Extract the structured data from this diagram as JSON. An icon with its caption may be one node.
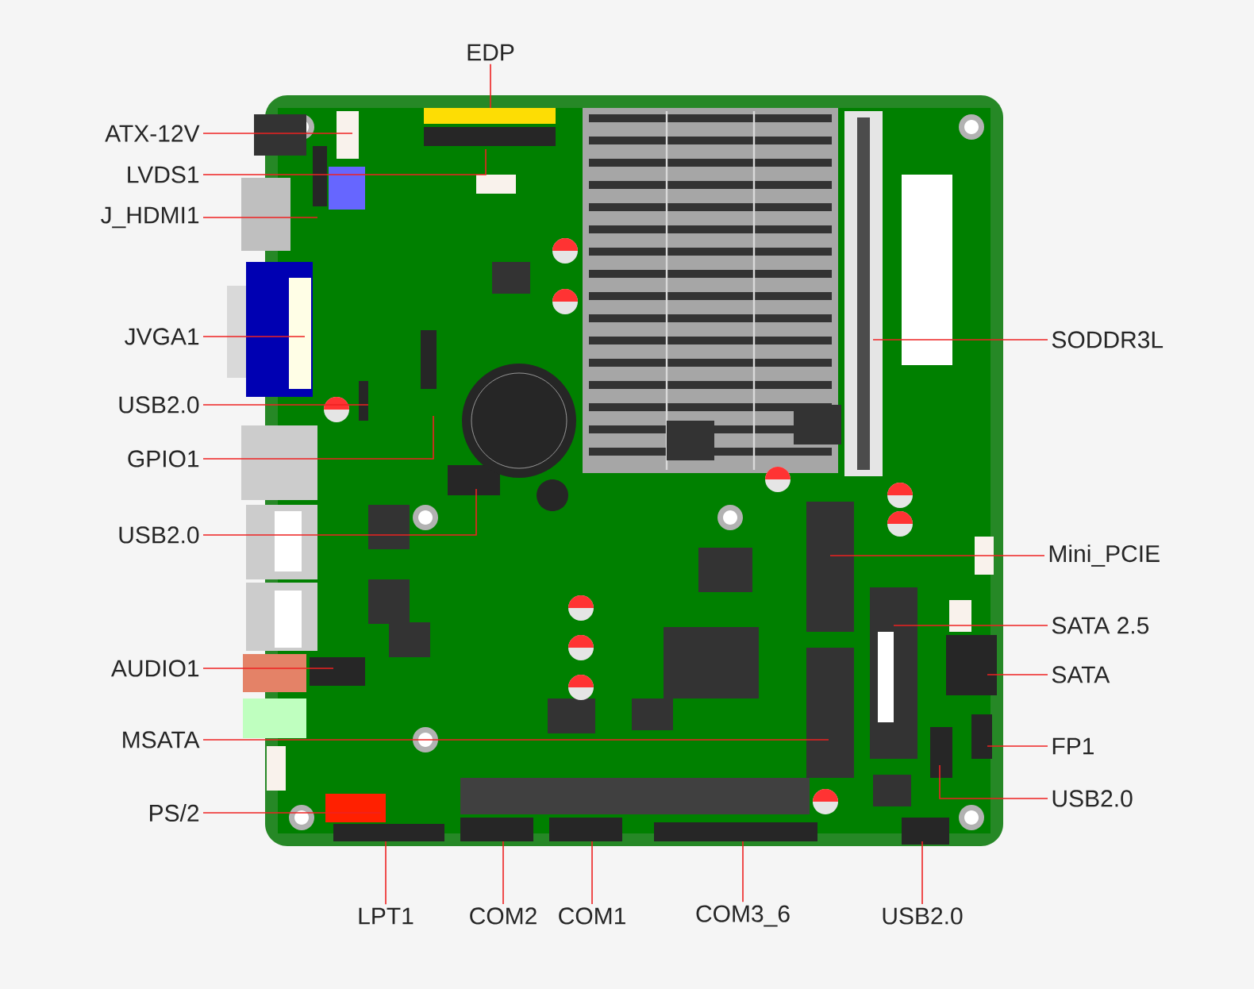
{
  "diagram": {
    "nodes": [
      {
        "text": [
          "EDP"
        ]
      },
      {
        "text": [
          "ATX-12V"
        ]
      },
      {
        "text": [
          "LVDS1"
        ]
      },
      {
        "text": [
          "J_HDMI1"
        ]
      },
      {
        "text": [
          "JVGA1"
        ]
      },
      {
        "text": [
          "USB2.0"
        ]
      },
      {
        "text": [
          "GPIO1"
        ]
      },
      {
        "text": [
          "USB2.0"
        ]
      },
      {
        "text": [
          "AUDIO1"
        ]
      },
      {
        "text": [
          "MSATA"
        ]
      },
      {
        "text": [
          "PS/2"
        ]
      },
      {
        "text": [
          "SODDR3L"
        ]
      },
      {
        "text": [
          "Mini_PCIE"
        ]
      },
      {
        "text": [
          "SATA 2.5"
        ]
      },
      {
        "text": [
          "SATA"
        ]
      },
      {
        "text": [
          "FP1"
        ]
      },
      {
        "text": [
          "USB2.0"
        ]
      },
      {
        "text": [
          "LPT1"
        ]
      },
      {
        "text": [
          "COM2"
        ]
      },
      {
        "text": [
          "COM1"
        ]
      },
      {
        "text": [
          "COM3_6"
        ]
      },
      {
        "text": [
          "USB2.0"
        ]
      }
    ],
    "edges": [
      {
        "from": 0,
        "to": null,
        "arrow": "none"
      },
      {
        "from": 1,
        "to": null,
        "arrow": "none"
      },
      {
        "from": 2,
        "to": null,
        "arrow": "none"
      },
      {
        "from": 3,
        "to": null,
        "arrow": "none"
      },
      {
        "from": 4,
        "to": null,
        "arrow": "none"
      },
      {
        "from": 5,
        "to": null,
        "arrow": "none"
      },
      {
        "from": 6,
        "to": null,
        "arrow": "none"
      },
      {
        "from": 7,
        "to": null,
        "arrow": "none"
      },
      {
        "from": 8,
        "to": null,
        "arrow": "none"
      },
      {
        "from": 9,
        "to": null,
        "arrow": "none"
      },
      {
        "from": 10,
        "to": null,
        "arrow": "none"
      },
      {
        "from": 11,
        "to": null,
        "arrow": "none"
      },
      {
        "from": 12,
        "to": null,
        "arrow": "none"
      },
      {
        "from": 13,
        "to": null,
        "arrow": "none"
      },
      {
        "from": 14,
        "to": null,
        "arrow": "none"
      },
      {
        "from": 15,
        "to": null,
        "arrow": "none"
      },
      {
        "from": 16,
        "to": null,
        "arrow": "none"
      },
      {
        "from": 17,
        "to": null,
        "arrow": "none"
      },
      {
        "from": 18,
        "to": null,
        "arrow": "none"
      },
      {
        "from": 19,
        "to": null,
        "arrow": "none"
      },
      {
        "from": 20,
        "to": null,
        "arrow": "none"
      },
      {
        "from": 21,
        "to": null,
        "arrow": "none"
      }
    ]
  }
}
